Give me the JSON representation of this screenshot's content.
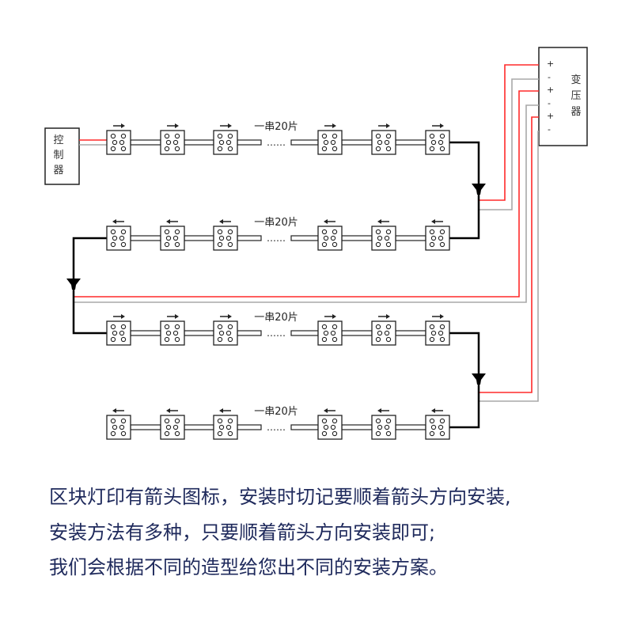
{
  "controller": {
    "label": [
      "控",
      "制",
      "器"
    ]
  },
  "transformer": {
    "label": [
      "变",
      "压",
      "器"
    ],
    "terminals": [
      "+",
      "-",
      "+",
      "-",
      "+",
      "-"
    ]
  },
  "string_label": "一串20片",
  "ellipsis": "……",
  "rows": [
    {
      "direction": "right"
    },
    {
      "direction": "left"
    },
    {
      "direction": "right"
    },
    {
      "direction": "left"
    }
  ],
  "colors": {
    "positive": "#ff2a2a",
    "negative": "#a8a8a8",
    "signal": "#000000",
    "text": "#1f2a5c"
  },
  "notes": [
    "区块灯印有箭头图标，安装时切记要顺着箭头方向安装,",
    "安装方法有多种，只要顺着箭头方向安装即可;",
    "我们会根据不同的造型给您出不同的安装方案。"
  ]
}
